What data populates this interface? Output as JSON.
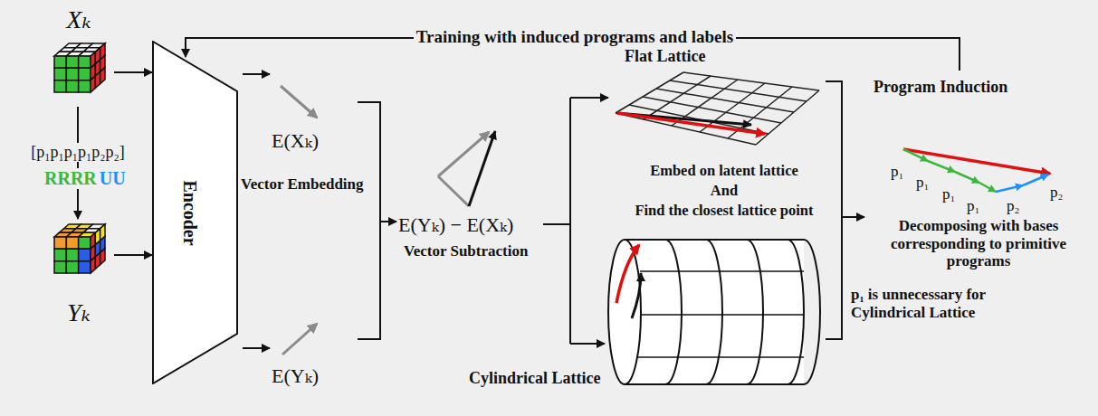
{
  "diagram": {
    "nodes": [
      {
        "text": [
          "Xₖ"
        ]
      },
      {
        "text": [
          "Yₖ"
        ]
      },
      {
        "text": [
          "Encoder"
        ]
      }
    ],
    "edges": [
      {
        "from": 0,
        "to": 2,
        "arrow": "to"
      },
      {
        "from": 1,
        "to": 2,
        "arrow": "to"
      },
      {
        "from": 0,
        "to": 1,
        "arrow": "to",
        "label": "[p₁p₁p₁p₁p₂p₂]"
      }
    ],
    "labels": [
      "RRRR",
      "UU",
      "Training with induced programs and labels",
      "E(Xₖ)",
      "Vector Embedding",
      "E(Yₖ)",
      "E(Yₖ) − E(Xₖ)",
      "Vector Subtraction",
      "Flat Lattice",
      "Embed on latent lattice",
      "And",
      "Find the closest lattice point",
      "Cylindrical Lattice",
      "Program Induction",
      "p₁",
      "p₁",
      "p₁",
      "p₁",
      "p₂",
      "p₂",
      "Decomposing with bases corresponding to primitive programs",
      "p₁ is unnecessary for Cylindrical Lattice"
    ]
  }
}
